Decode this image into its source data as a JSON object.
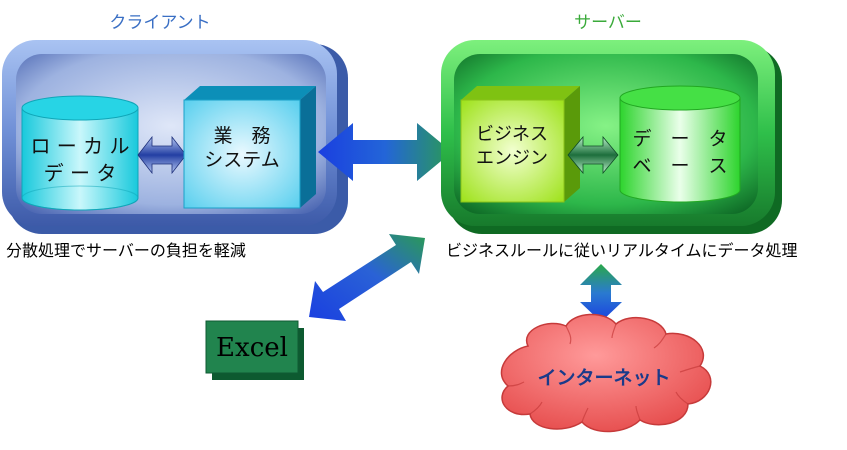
{
  "client": {
    "title": "クライアント",
    "local_data_line1": "ロ ー カ ル",
    "local_data_line2": "デ ー タ",
    "business_line1": "業　務",
    "business_line2": "システム",
    "caption": "分散処理でサーバーの負担を軽減"
  },
  "server": {
    "title": "サーバー",
    "engine_line1": "ビジネス",
    "engine_line2": "エンジン",
    "db_line1": "デ　ー　タ",
    "db_line2": "ベ　ー　ス",
    "caption": "ビジネスルールに従いリアルタイムにデータ処理"
  },
  "excel": {
    "label": "Excel"
  },
  "internet": {
    "label": "インターネット"
  },
  "colors": {
    "client_panel": "#6f8fd6",
    "server_panel": "#2fbf4a",
    "cylinder_cyan": "#29d6e6",
    "cylinder_green": "#41e341",
    "arrow_blue": "#1f56e0",
    "arrow_green": "#2aa84a",
    "cloud_red": "#ee5a5a",
    "excel_green": "#1f7a4a"
  }
}
